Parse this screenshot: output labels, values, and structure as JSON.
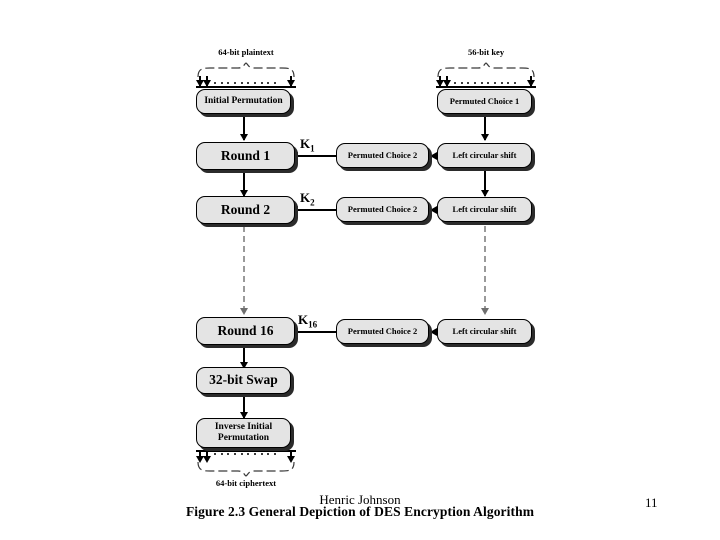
{
  "slide": {
    "background": "#ffffff",
    "node_fill": "#e4e4e4",
    "node_stroke": "#000000",
    "dashed_color": "#9a9a9a"
  },
  "diagram": {
    "title": "General Depiction of DES Encryption Algorithm",
    "input_label": "64-bit plaintext",
    "key_label": "56-bit key",
    "output_label": "64-bit ciphertext",
    "data_path": [
      {
        "id": "initial-permutation",
        "label": "Initial Permutation"
      },
      {
        "id": "round-1",
        "label": "Round 1"
      },
      {
        "id": "round-2",
        "label": "Round 2"
      },
      {
        "id": "round-16",
        "label": "Round 16"
      },
      {
        "id": "swap-32bit",
        "label": "32-bit Swap"
      },
      {
        "id": "inverse-initial-permutation",
        "label": "Inverse Initial\nPermutation"
      }
    ],
    "inverse_ip_line1": "Inverse Initial",
    "inverse_ip_line2": "Permutation",
    "key_path": [
      {
        "id": "permuted-choice-1",
        "label": "Permuted Choice 1"
      },
      {
        "id": "left-circular-shift-1",
        "label": "Left circular shift"
      },
      {
        "id": "left-circular-shift-2",
        "label": "Left circular shift"
      },
      {
        "id": "left-circular-shift-16",
        "label": "Left circular shift"
      }
    ],
    "permuted_choice_2": [
      {
        "id": "permuted-choice-2-1",
        "label": "Permuted Choice 2"
      },
      {
        "id": "permuted-choice-2-2",
        "label": "Permuted Choice 2"
      },
      {
        "id": "permuted-choice-2-16",
        "label": "Permuted Choice 2"
      }
    ],
    "subkeys": [
      {
        "id": "subkey-k1",
        "base": "K",
        "sub": "1"
      },
      {
        "id": "subkey-k2",
        "base": "K",
        "sub": "2"
      },
      {
        "id": "subkey-k16",
        "base": "K",
        "sub": "16"
      }
    ]
  },
  "footer": {
    "figure_caption": "Figure 2.3  General Depiction of DES Encryption Algorithm",
    "author": "Henric Johnson",
    "page_number": "11"
  }
}
